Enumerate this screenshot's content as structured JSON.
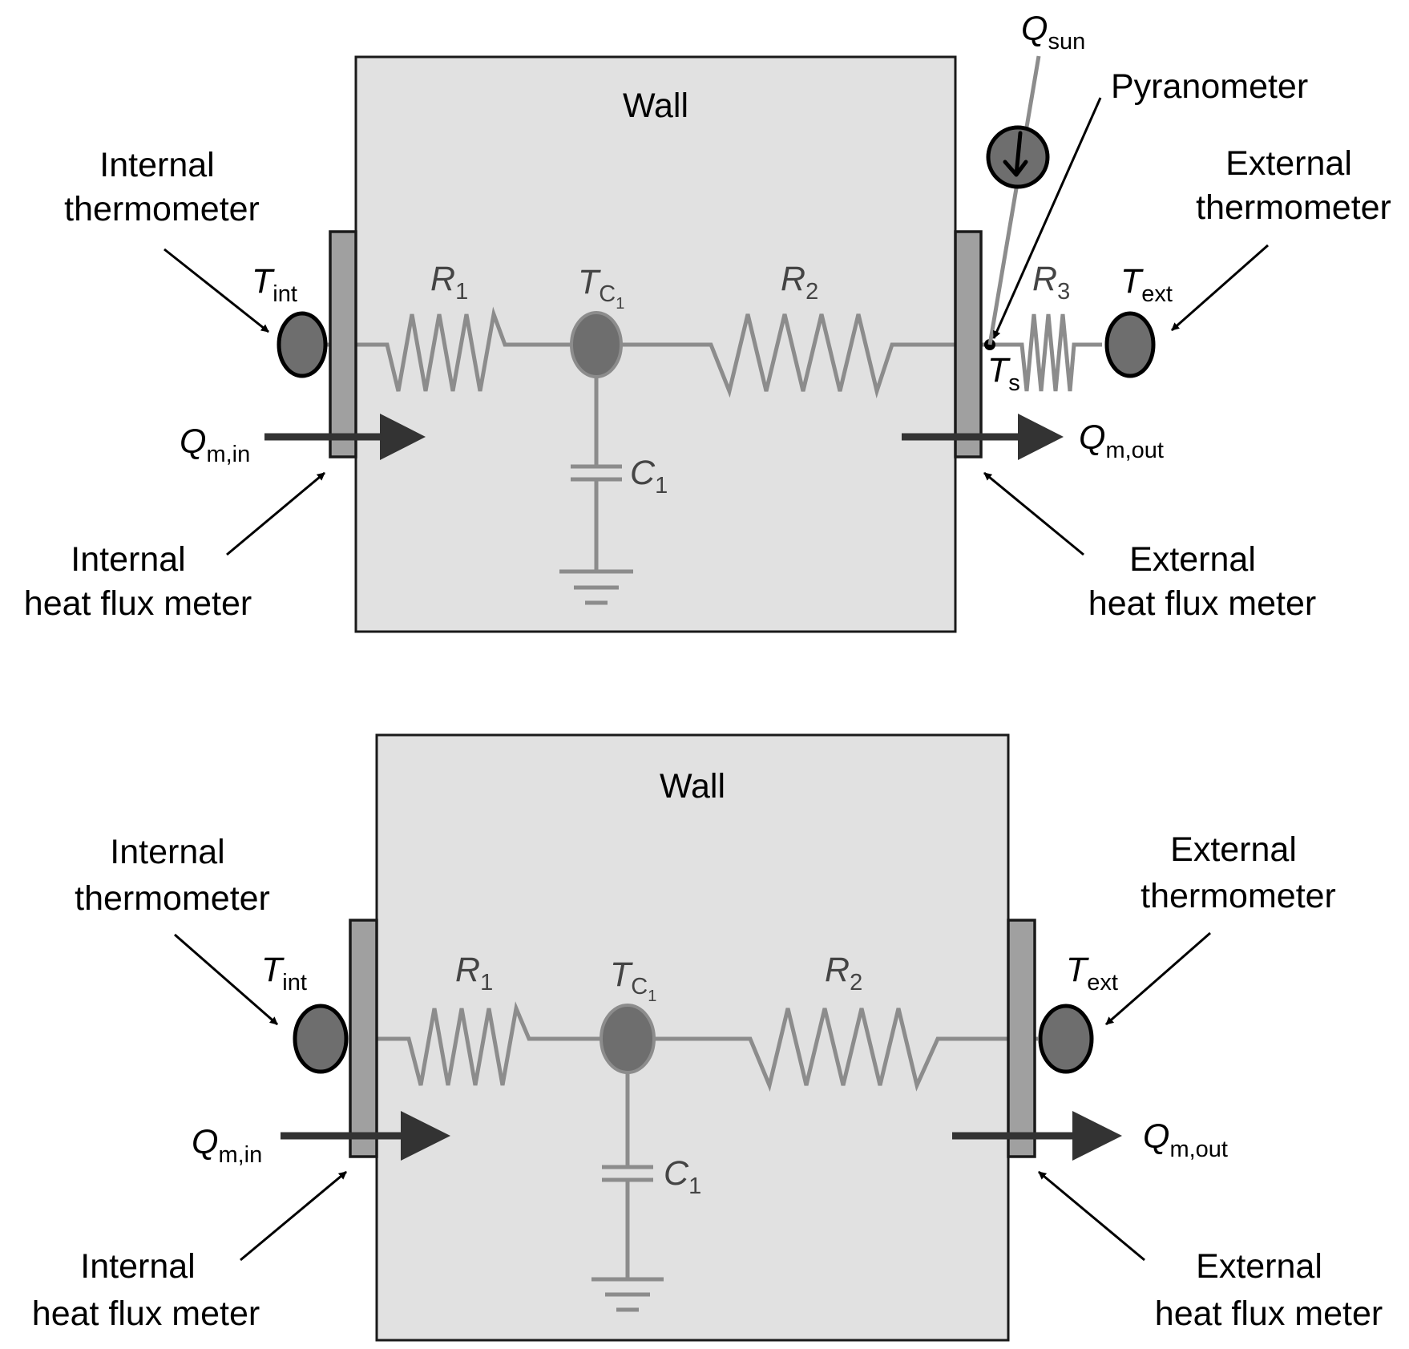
{
  "panels": [
    {
      "id": "top",
      "wall_label": "Wall",
      "internal_thermometer": [
        "Internal",
        "thermometer"
      ],
      "external_thermometer": [
        "External",
        "thermometer"
      ],
      "internal_heat_flux_meter": [
        "Internal",
        "heat flux meter"
      ],
      "external_heat_flux_meter": [
        "External",
        "heat flux meter"
      ],
      "T_int": {
        "main": "T",
        "sub": "int"
      },
      "T_ext": {
        "main": "T",
        "sub": "ext"
      },
      "R1": {
        "main": "R",
        "sub": "1"
      },
      "R2": {
        "main": "R",
        "sub": "2"
      },
      "R3": {
        "main": "R",
        "sub": "3"
      },
      "TC1": {
        "main": "T",
        "sub": "C",
        "subsub": "1"
      },
      "C1": {
        "main": "C",
        "sub": "1"
      },
      "Ts": {
        "main": "T",
        "sub": "s"
      },
      "Q_in": {
        "main": "Q",
        "sub": "m,in"
      },
      "Q_out": {
        "main": "Q",
        "sub": "m,out"
      },
      "Q_sun": {
        "main": "Q",
        "sub": "sun"
      },
      "pyranometer": "Pyranometer"
    },
    {
      "id": "bottom",
      "wall_label": "Wall",
      "internal_thermometer": [
        "Internal",
        "thermometer"
      ],
      "external_thermometer": [
        "External",
        "thermometer"
      ],
      "internal_heat_flux_meter": [
        "Internal",
        "heat flux meter"
      ],
      "external_heat_flux_meter": [
        "External",
        "heat flux meter"
      ],
      "T_int": {
        "main": "T",
        "sub": "int"
      },
      "T_ext": {
        "main": "T",
        "sub": "ext"
      },
      "R1": {
        "main": "R",
        "sub": "1"
      },
      "R2": {
        "main": "R",
        "sub": "2"
      },
      "TC1": {
        "main": "T",
        "sub": "C",
        "subsub": "1"
      },
      "C1": {
        "main": "C",
        "sub": "1"
      },
      "Q_in": {
        "main": "Q",
        "sub": "m,in"
      },
      "Q_out": {
        "main": "Q",
        "sub": "m,out"
      }
    }
  ],
  "colors": {
    "wall_fill": "#e1e1e1",
    "sensor_fill": "#a0a0a0",
    "thermometer_fill": "#6e6e6e",
    "wire": "#8c8c8c",
    "flow_arrow": "#333333"
  }
}
